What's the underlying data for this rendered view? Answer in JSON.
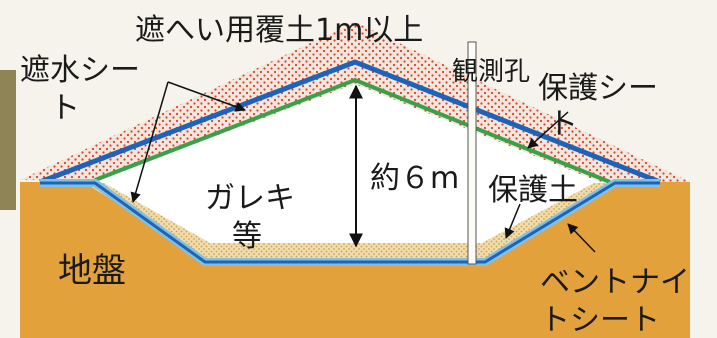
{
  "labels": {
    "cover_soil": "遮へい用覆土1m以上",
    "observation_hole": "観測孔",
    "waterproof_sheet_line1": "遮水シー",
    "waterproof_sheet_line2": "ト",
    "protection_sheet_line1": "保護シー",
    "protection_sheet_line2": "ト",
    "height": "約６m",
    "rubble_line1": "ガレキ",
    "rubble_line2": "等",
    "protection_soil": "保護土",
    "ground": "地盤",
    "bentonite_sheet_line1": "ベントナイ",
    "bentonite_sheet_line2": "トシート"
  },
  "colors": {
    "background": "#f6f3ec",
    "ground": "#e3a13c",
    "cover_soil_fill": "#f3e6dd",
    "cover_soil_dots": "#d6452c",
    "protection_soil_fill": "#f1dcae",
    "protection_soil_dots": "#c9a24c",
    "blue_sheet": "#1e63b8",
    "light_blue_sheet": "#7fc0e3",
    "green_sheet": "#3aa14a",
    "rubble_fill": "#ffffff",
    "text": "#1a1a1a"
  }
}
